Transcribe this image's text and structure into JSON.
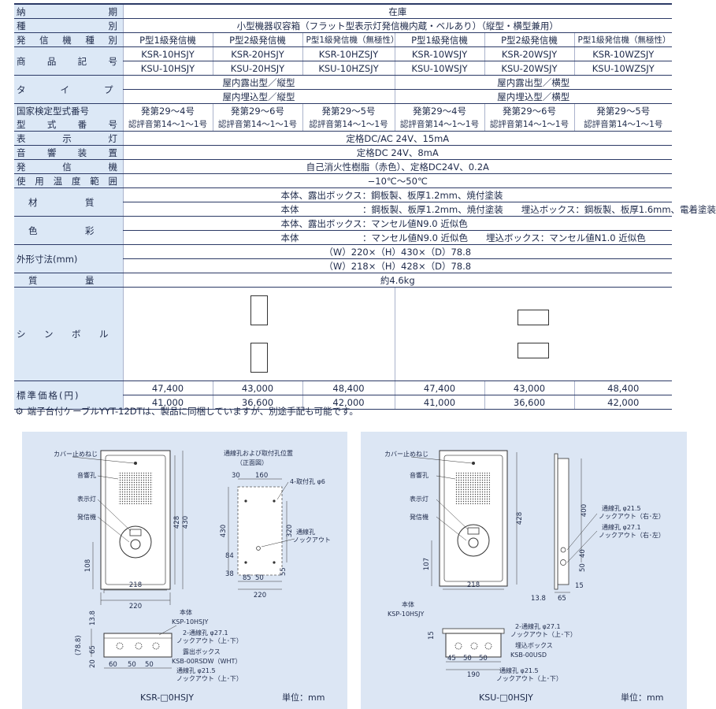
{
  "spec": {
    "labels": {
      "delivery": "納期",
      "type_class": "種別",
      "transmitter_type": "発信機種別",
      "product_code": "商品記号",
      "type": "タイプ",
      "cert1": "国家検定型式番号",
      "cert2": "型式番号",
      "indicator": "表示灯",
      "sound": "音響装置",
      "transmitter": "発信機",
      "temp": "使用温度範囲",
      "material": "材質",
      "color": "色彩",
      "dims": "外形寸法(mm)",
      "weight": "質量",
      "symbol": "シンボル",
      "price": "標準価格(円)"
    },
    "delivery": "在庫",
    "type_class": "小型機器収容箱（フラット型表示灯発信機内蔵・ベルあり）（縦型・横型兼用）",
    "transmitter_types": [
      "P型1級発信機",
      "P型2級発信機",
      "P型1級発信機（無極性）",
      "P型1級発信機",
      "P型2級発信機",
      "P型1級発信機（無極性）"
    ],
    "codes_row1": [
      "KSR-10HSJY",
      "KSR-20HSJY",
      "KSR-10HZSJY",
      "KSR-10WSJY",
      "KSR-20WSJY",
      "KSR-10WZSJY"
    ],
    "codes_row2": [
      "KSU-10HSJY",
      "KSU-20HSJY",
      "KSU-10HZSJY",
      "KSU-10WSJY",
      "KSU-20WSJY",
      "KSU-10WZSJY"
    ],
    "type_row1": [
      "屋内露出型／縦型",
      "屋内露出型／横型"
    ],
    "type_row2": [
      "屋内埋込型／縦型",
      "屋内埋込型／横型"
    ],
    "cert_row1": [
      "発第29～4号",
      "発第29～6号",
      "発第29～5号",
      "発第29～4号",
      "発第29～6号",
      "発第29～5号"
    ],
    "cert_row2": [
      "認評音第14～1～1号",
      "認評音第14～1～1号",
      "認評音第14～1～1号",
      "認評音第14～1～1号",
      "認評音第14～1～1号",
      "認評音第14～1～1号"
    ],
    "indicator": "定格DC/AC 24V、15mA",
    "sound": "定格DC 24V、8mA",
    "transmitter": "自己消火性樹脂（赤色）、定格DC24V、0.2A",
    "temp": "−10℃～50℃",
    "material_1": "本体、露出ボックス：鋼板製、板厚1.2mm、焼付塗装",
    "material_2": "本体　　　　　　　：鋼板製、板厚1.2mm、焼付塗装　　埋込ボックス：鋼板製、板厚1.6mm、電着塗装",
    "color_1": "本体、露出ボックス：マンセル値N9.0 近似色",
    "color_2": "本体　　　　　　　：マンセル値N9.0 近似色　　埋込ボックス：マンセル値N1.0 近似色",
    "dims_1": "（W）220×（H）430×（D）78.8",
    "dims_2": "（W）218×（H）428×（D）78.8",
    "weight": "約4.6kg",
    "price_row1": [
      "47,400",
      "43,000",
      "48,400",
      "47,400",
      "43,000",
      "48,400"
    ],
    "price_row2": [
      "41,000",
      "36,600",
      "42,000",
      "41,000",
      "36,600",
      "42,000"
    ]
  },
  "note": {
    "icon": "gear-icon",
    "text": "端子台付ケーブルYYT-12DTは、製品に同梱していますが、別途手配も可能です。"
  },
  "diagram_left": {
    "labels": {
      "cover_screw": "カバー止めねじ",
      "speaker": "音響孔",
      "indicator": "表示灯",
      "transmitter": "発信機",
      "holes_title1": "通線孔および取付孔位置",
      "holes_title2": "（正面図）",
      "mount_hole": "4-取付孔 φ6",
      "wire_hole": "通線孔",
      "knockout": "ノックアウト",
      "body": "本体",
      "body_code": "KSP-10HSJY",
      "wire2": "2-通線孔 φ27.1",
      "knockout_ud": "ノックアウト（上･下）",
      "box": "露出ボックス",
      "box_code": "KSB-00RSDW（WHT）",
      "wire_small": "通線孔 φ21.5",
      "knockout_ud2": "ノックアウト（上･下）",
      "title": "KSR-□0HSJY",
      "unit": "単位：mm"
    },
    "dims": {
      "w_inner": "218",
      "w_outer": "220",
      "h_outer": "430",
      "h_inner": "428",
      "bottom": "108",
      "d30": "30",
      "d160": "160",
      "d430": "430",
      "d320": "320",
      "d84": "84",
      "d38": "38",
      "d85": "85",
      "d50": "50",
      "d55": "55",
      "d220": "220",
      "s13_8": "13.8",
      "s78_8": "(78.8)",
      "s65": "65",
      "s20": "20",
      "s60": "60",
      "s50a": "50",
      "s50b": "50"
    }
  },
  "diagram_right": {
    "labels": {
      "cover_screw": "カバー止めねじ",
      "speaker": "音響孔",
      "indicator": "表示灯",
      "transmitter": "発信機",
      "wire_small": "通線孔 φ21.5",
      "knockout_lr": "ノックアウト（右･左）",
      "wire_big": "通線孔 φ27.1",
      "knockout_lr2": "ノックアウト（右･左）",
      "body": "本体",
      "body_code": "KSP-10HSJY",
      "wire2": "2-通線孔 φ27.1",
      "knockout_ud": "ノックアウト（上･下）",
      "box": "埋込ボックス",
      "box_code": "KSB-00USD",
      "wire_small2": "通線孔 φ21.5",
      "knockout_ud2": "ノックアウト（上･下）",
      "title": "KSU-□0HSJY",
      "unit": "単位：mm"
    },
    "dims": {
      "w": "218",
      "h428": "428",
      "h400": "400",
      "bottom": "107",
      "d40": "40",
      "d50": "50",
      "d13_8": "13.8",
      "d65": "65",
      "d15": "15",
      "s15": "15",
      "s45": "45",
      "s50a": "50",
      "s50b": "50",
      "s190": "190"
    }
  }
}
